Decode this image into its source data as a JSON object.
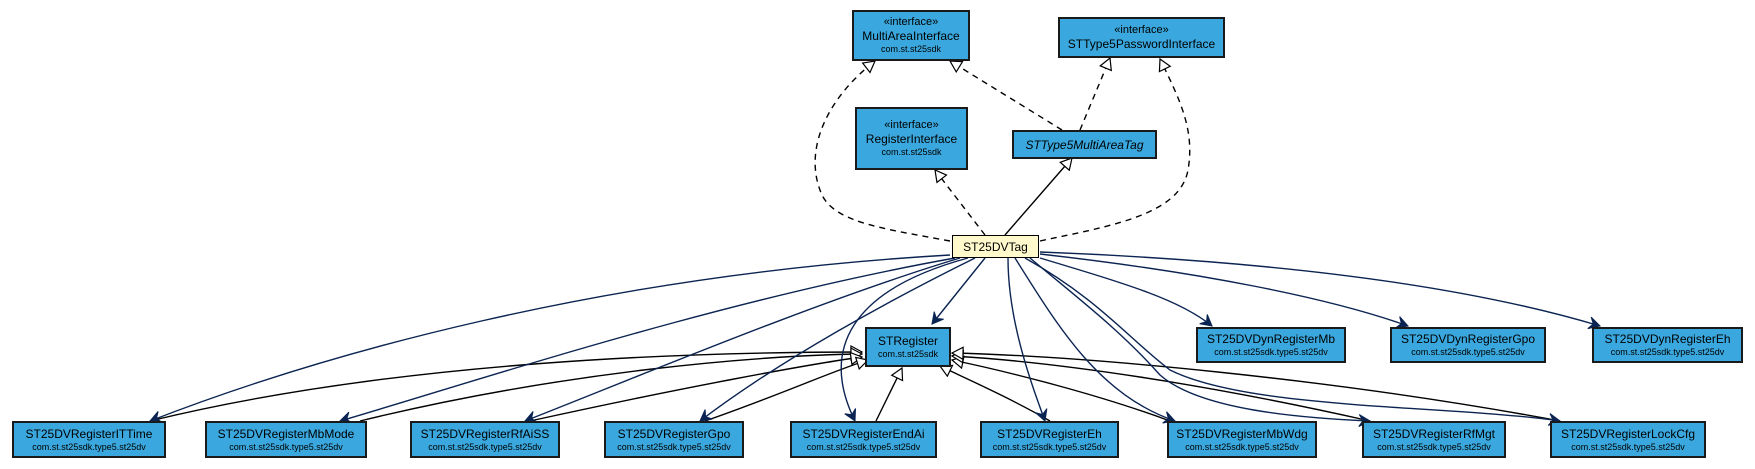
{
  "diagram": {
    "colors": {
      "node_fill": "#3aa8de",
      "focus_fill": "#fff9cc",
      "assoc_edge": "#0b2452",
      "inherit_edge": "#000000"
    },
    "nodes": {
      "multiarea": {
        "stereotype": "«interface»",
        "name": "MultiAreaInterface",
        "package": "com.st.st25sdk"
      },
      "type5pwd": {
        "stereotype": "«interface»",
        "name": "STType5PasswordInterface"
      },
      "register_if": {
        "stereotype": "«interface»",
        "name": "RegisterInterface",
        "package": "com.st.st25sdk"
      },
      "type5multiarea": {
        "name": "STType5MultiAreaTag"
      },
      "dvtag": {
        "name": "ST25DVTag"
      },
      "stregister": {
        "name": "STRegister",
        "package": "com.st.st25sdk"
      },
      "dyn_mb": {
        "name": "ST25DVDynRegisterMb",
        "package": "com.st.st25sdk.type5.st25dv"
      },
      "dyn_gpo": {
        "name": "ST25DVDynRegisterGpo",
        "package": "com.st.st25sdk.type5.st25dv"
      },
      "dyn_eh": {
        "name": "ST25DVDynRegisterEh",
        "package": "com.st.st25sdk.type5.st25dv"
      },
      "reg_it": {
        "name": "ST25DVRegisterITTime",
        "package": "com.st.st25sdk.type5.st25dv"
      },
      "reg_mbmode": {
        "name": "ST25DVRegisterMbMode",
        "package": "com.st.st25sdk.type5.st25dv"
      },
      "reg_rfaiss": {
        "name": "ST25DVRegisterRfAiSS",
        "package": "com.st.st25sdk.type5.st25dv"
      },
      "reg_gpo": {
        "name": "ST25DVRegisterGpo",
        "package": "com.st.st25sdk.type5.st25dv"
      },
      "reg_endai": {
        "name": "ST25DVRegisterEndAi",
        "package": "com.st.st25sdk.type5.st25dv"
      },
      "reg_eh": {
        "name": "ST25DVRegisterEh",
        "package": "com.st.st25sdk.type5.st25dv"
      },
      "reg_mbwdg": {
        "name": "ST25DVRegisterMbWdg",
        "package": "com.st.st25sdk.type5.st25dv"
      },
      "reg_rfmgt": {
        "name": "ST25DVRegisterRfMgt",
        "package": "com.st.st25sdk.type5.st25dv"
      },
      "reg_lockcfg": {
        "name": "ST25DVRegisterLockCfg",
        "package": "com.st.st25sdk.type5.st25dv"
      }
    }
  }
}
